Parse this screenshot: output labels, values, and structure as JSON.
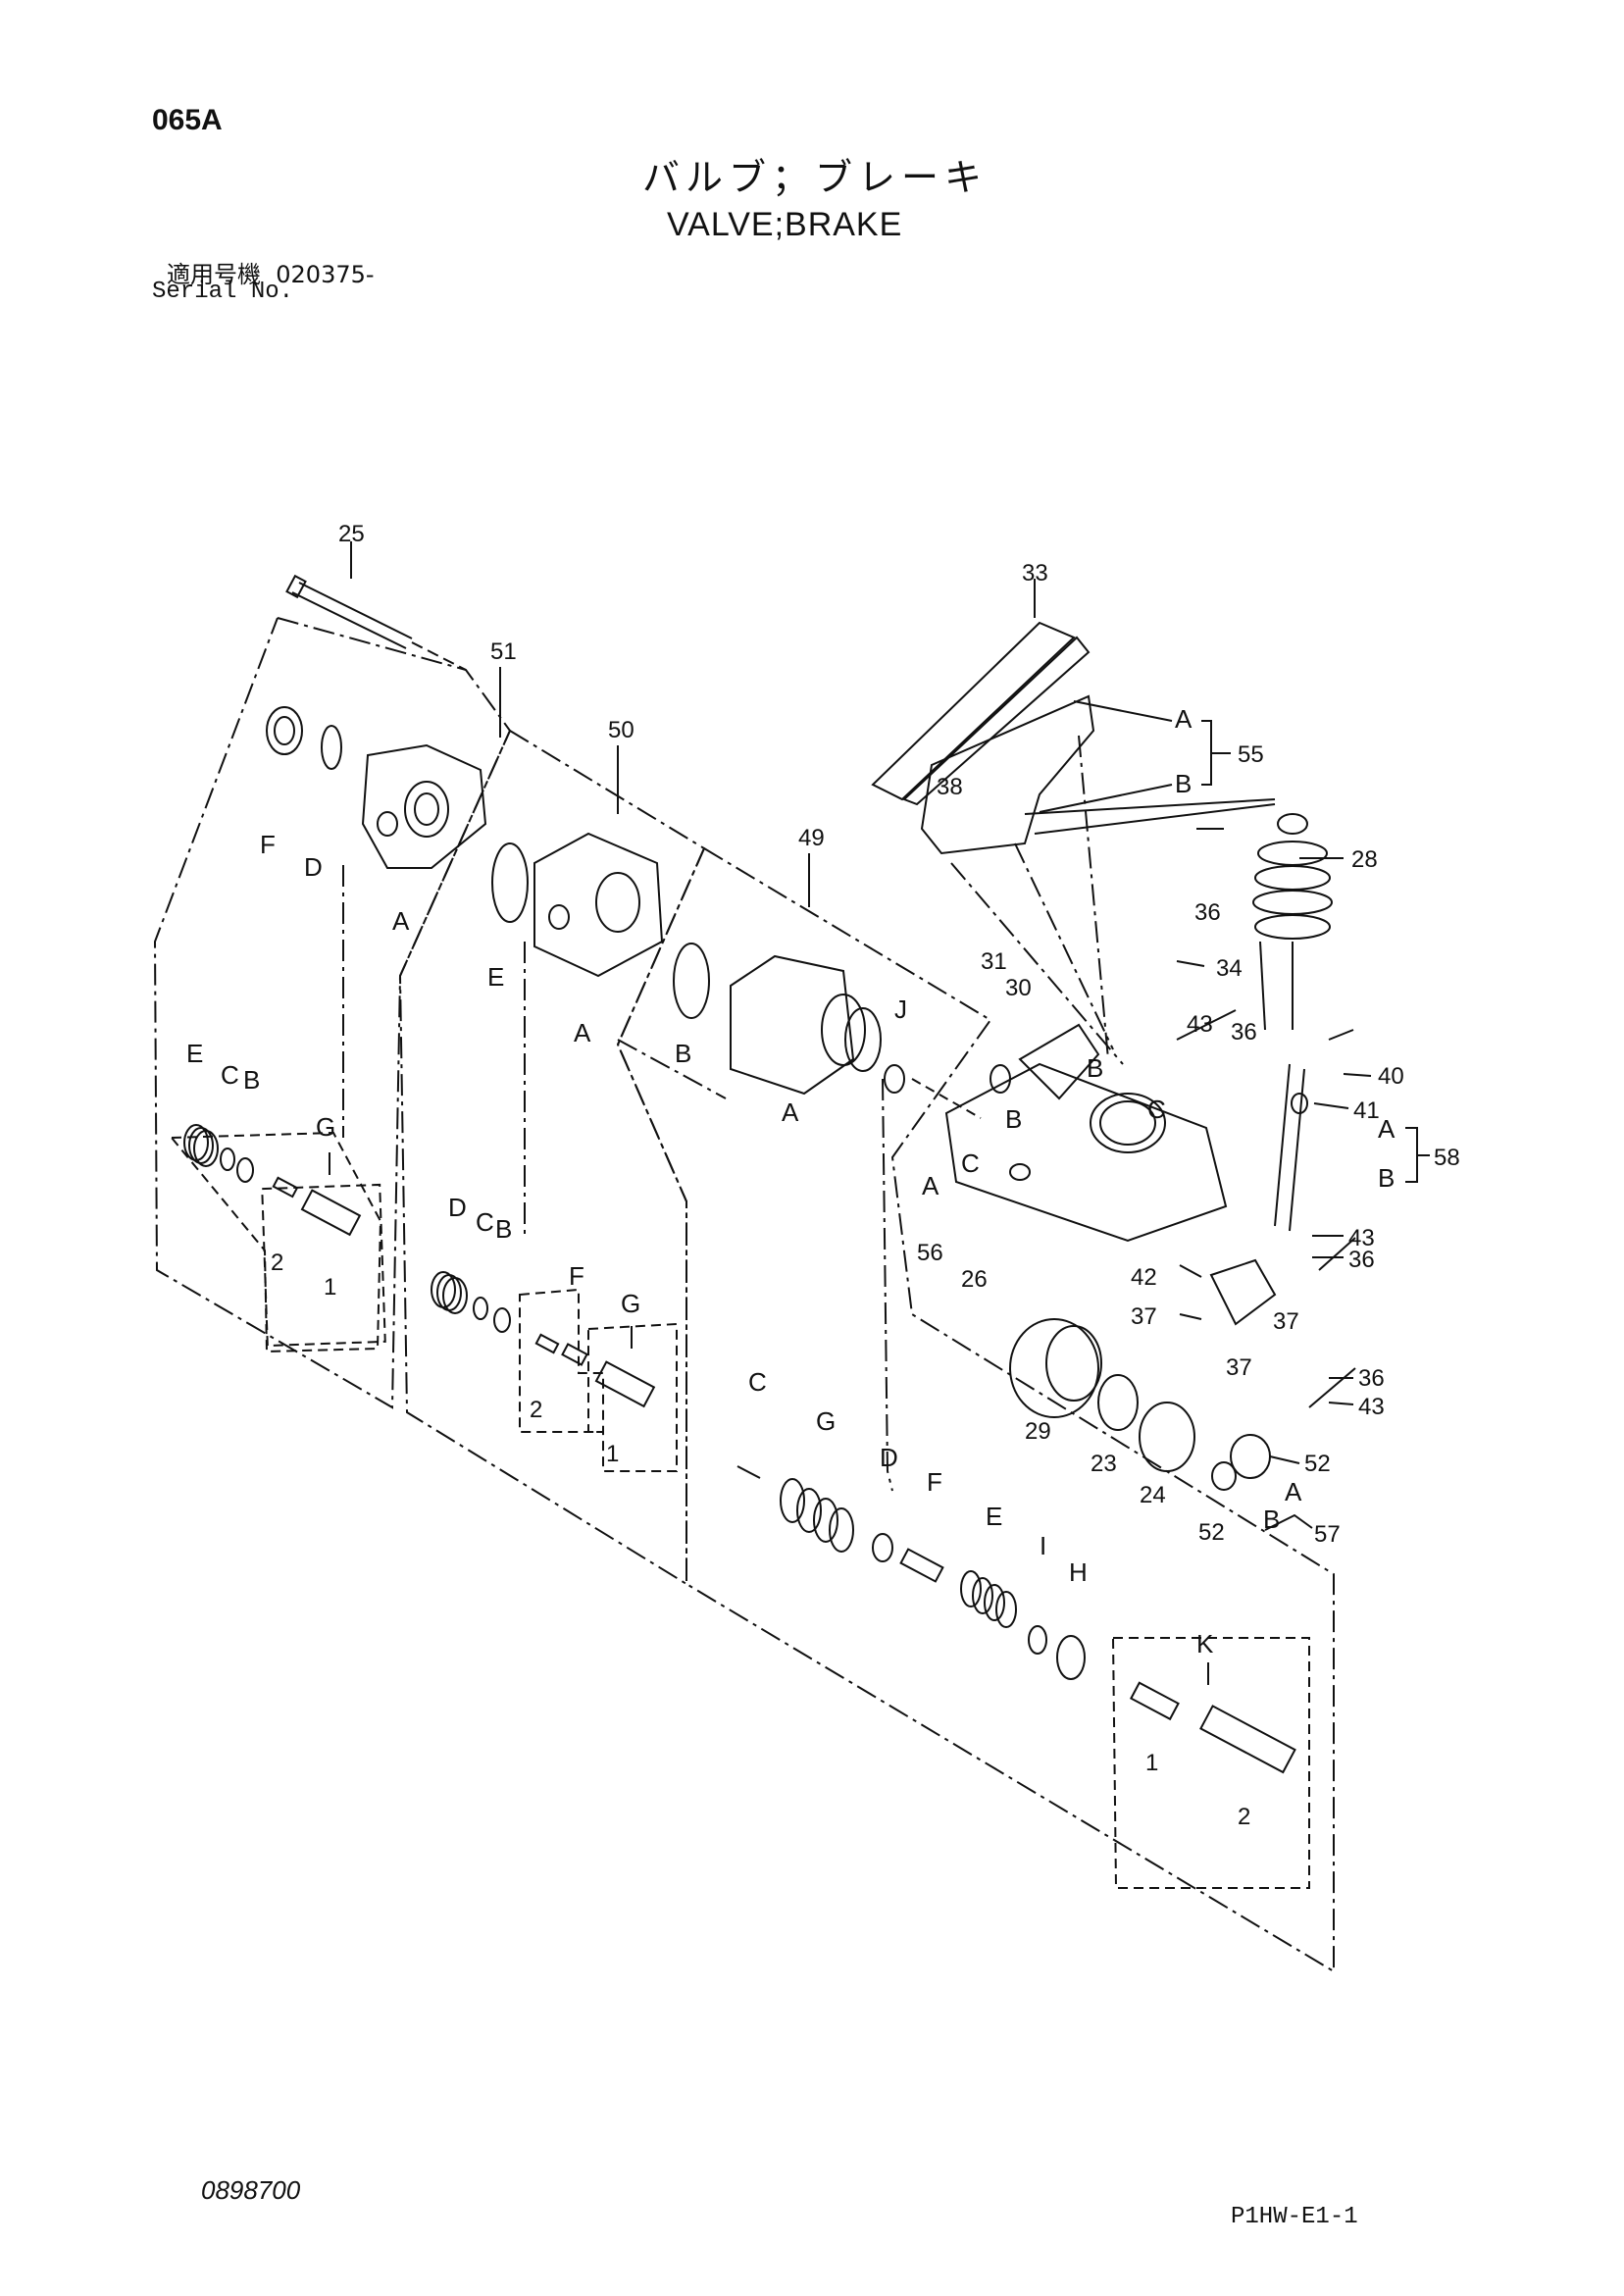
{
  "header": {
    "code": "065A",
    "title_jp": "バルブ；ブレーキ",
    "title_en": "VALVE;BRAKE",
    "serial_label_jp": "適用号機",
    "serial_value": "020375-",
    "serial_label_en": "Serial No."
  },
  "footer": {
    "doc_number": "0898700",
    "page_ref": "P1HW-E1-1"
  },
  "callouts": {
    "n25": "25",
    "n51": "51",
    "n50": "50",
    "n49": "49",
    "n33": "33",
    "n55": "55",
    "n28": "28",
    "n38": "38",
    "n36a": "36",
    "n34": "34",
    "n31": "31",
    "n30": "30",
    "n43a": "43",
    "n36b": "36",
    "n40": "40",
    "n41": "41",
    "n58": "58",
    "n43b": "43",
    "n36c": "36",
    "n42": "42",
    "n37a": "37",
    "n37b": "37",
    "n37c": "37",
    "n56": "56",
    "n26": "26",
    "n29": "29",
    "n23": "23",
    "n24": "24",
    "n36d": "36",
    "n43c": "43",
    "n52a": "52",
    "n52b": "52",
    "n57": "57",
    "g51_1": "1",
    "g51_2": "2",
    "g50_1": "1",
    "g50_2": "2",
    "k49_1": "1",
    "k49_2": "2"
  },
  "letters": {
    "F1": "F",
    "D1": "D",
    "A1": "A",
    "E1": "E",
    "C1": "C",
    "B1": "B",
    "G1": "G",
    "E2": "E",
    "A2": "A",
    "D2": "D",
    "C2": "C",
    "B2": "B",
    "F2": "F",
    "G2": "G",
    "B3": "B",
    "A3": "A",
    "J": "J",
    "C3": "C",
    "G3": "G",
    "D3": "D",
    "F3": "F",
    "E3": "E",
    "I": "I",
    "H": "H",
    "K": "K",
    "A55": "A",
    "B55": "B",
    "B_body1": "B",
    "B_body2": "B",
    "C_body1": "C",
    "C_body2": "C",
    "A_body": "A",
    "A58": "A",
    "B58": "B",
    "A57": "A",
    "B57": "B"
  }
}
